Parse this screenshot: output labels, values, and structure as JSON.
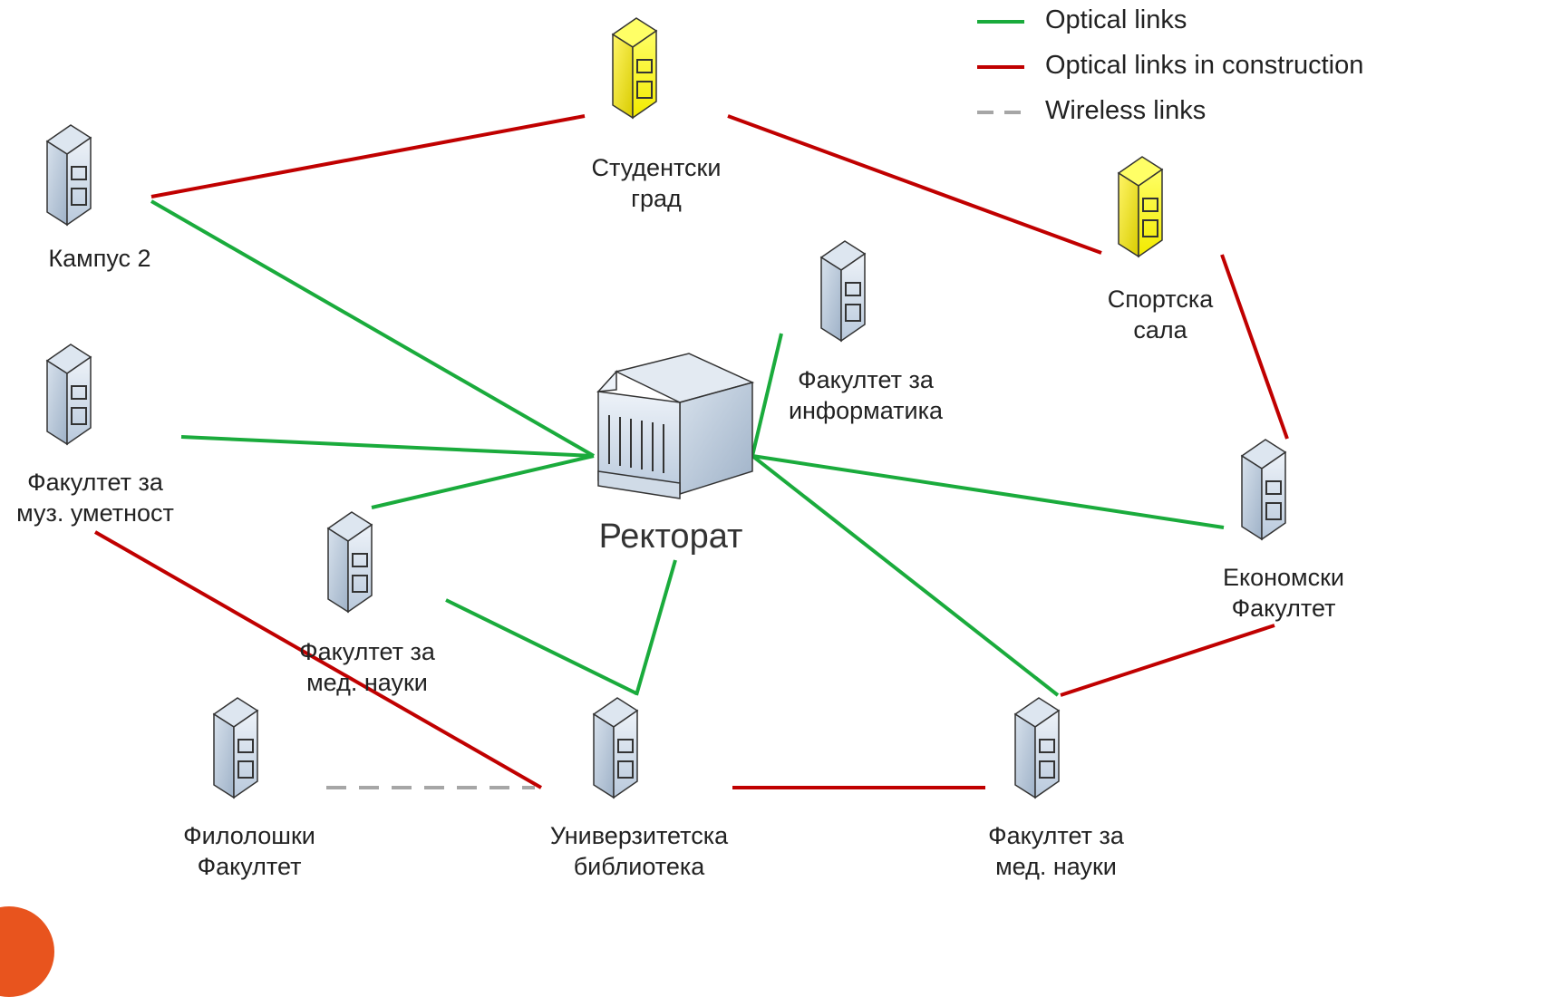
{
  "legend": {
    "optical": "Optical links",
    "construction": "Optical links in construction",
    "wireless": "Wireless links"
  },
  "colors": {
    "optical": "#1aab3c",
    "construction": "#c00000",
    "wireless": "#a6a6a6",
    "building_blue": "#c9d8e8",
    "building_yellow": "#ffff33",
    "accent": "#e8541e"
  },
  "nodes": {
    "studentski_grad": {
      "line1": "Студентски",
      "line2": "град",
      "icon": "building-yellow-icon"
    },
    "kampus2": {
      "line1": "Кампус 2",
      "icon": "building-icon"
    },
    "sportska_sala": {
      "line1": "Спортска",
      "line2": "сала",
      "icon": "building-yellow-icon"
    },
    "fakultet_informatika": {
      "line1": "Факултет за",
      "line2": "информатика",
      "icon": "building-icon"
    },
    "rektorat": {
      "line1": "Ректорат",
      "icon": "main-building-icon"
    },
    "fakultet_muz": {
      "line1": "Факултет за",
      "line2": "муз. уметност",
      "icon": "building-icon"
    },
    "ekonomski": {
      "line1": "Економски",
      "line2": "Факултет",
      "icon": "building-icon"
    },
    "fakultet_med_left": {
      "line1": "Факултет за",
      "line2": "мед. науки",
      "icon": "building-icon"
    },
    "filoloshki": {
      "line1": "Филолошки",
      "line2": "Факултет",
      "icon": "building-icon"
    },
    "biblioteka": {
      "line1": "Универзитетска",
      "line2": "библиотека",
      "icon": "building-icon"
    },
    "fakultet_med_right": {
      "line1": "Факултет за",
      "line2": "мед. науки",
      "icon": "building-icon"
    }
  },
  "links": [
    {
      "type": "construction",
      "from": "kampus2",
      "to": "studentski_grad"
    },
    {
      "type": "construction",
      "from": "studentski_grad",
      "to": "sportska_sala"
    },
    {
      "type": "construction",
      "from": "sportska_sala",
      "to": "ekonomski"
    },
    {
      "type": "construction",
      "from": "ekonomski",
      "to": "fakultet_med_right"
    },
    {
      "type": "construction",
      "from": "fakultet_med_right",
      "to": "biblioteka"
    },
    {
      "type": "construction",
      "from": "fakultet_muz",
      "to": "biblioteka"
    },
    {
      "type": "optical",
      "from": "kampus2",
      "to": "rektorat"
    },
    {
      "type": "optical",
      "from": "fakultet_muz",
      "to": "rektorat"
    },
    {
      "type": "optical",
      "from": "fakultet_med_left",
      "to": "rektorat"
    },
    {
      "type": "optical",
      "from": "fakultet_informatika",
      "to": "rektorat"
    },
    {
      "type": "optical",
      "from": "ekonomski",
      "to": "rektorat"
    },
    {
      "type": "optical",
      "from": "rektorat",
      "to": "fakultet_med_right"
    },
    {
      "type": "optical",
      "from": "rektorat",
      "to": "biblioteka"
    },
    {
      "type": "optical",
      "from": "fakultet_med_left",
      "to": "biblioteka"
    },
    {
      "type": "wireless",
      "from": "filoloshki",
      "to": "biblioteka"
    }
  ]
}
